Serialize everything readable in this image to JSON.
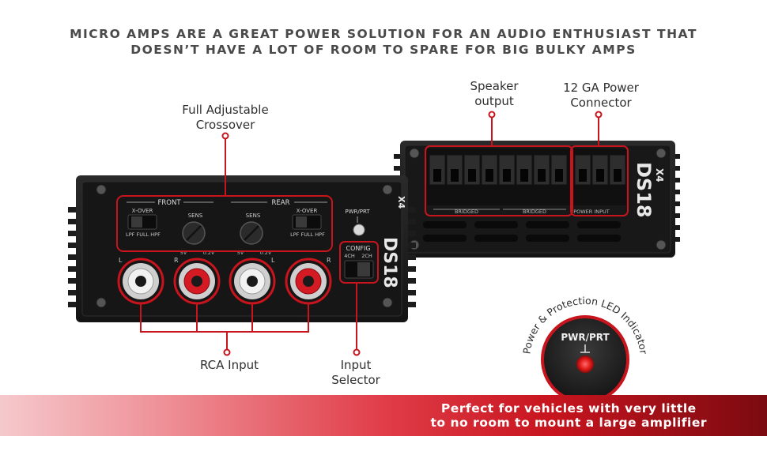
{
  "headline": {
    "line1": "MICRO AMPS ARE A GREAT POWER SOLUTION FOR AN AUDIO ENTHUSIAST THAT",
    "line2": "DOESN’T HAVE A LOT OF ROOM TO SPARE FOR BIG BULKY AMPS"
  },
  "callouts": {
    "crossover_line1": "Full Adjustable",
    "crossover_line2": "Crossover",
    "speaker_line1": "Speaker",
    "speaker_line2": "output",
    "power_line1": "12 GA Power",
    "power_line2": "Connector",
    "rca": "RCA Input",
    "selector_line1": "Input",
    "selector_line2": "Selector",
    "led_ring": "Power & Protection LED Indicator"
  },
  "front_panel": {
    "front": "FRONT",
    "rear": "REAR",
    "xover_left": "X-OVER",
    "xover_right": "X-OVER",
    "xover_opts_left": "LPF FULL HPF",
    "xover_opts_right": "LPF FULL HPF",
    "sens_left": "SENS",
    "sens_right": "SENS",
    "sens_min_left": "5V",
    "sens_max_left": "0.2V",
    "sens_min_right": "5V",
    "sens_max_right": "0.2V",
    "pwr": "PWR/PRT",
    "config": "CONFIG",
    "config_4ch": "4CH",
    "config_2ch": "2CH",
    "lr_labels": [
      "L",
      "R",
      "L",
      "R"
    ],
    "logo": "DS18",
    "model": "X4"
  },
  "rear_panel": {
    "bridged_left": "BRIDGED",
    "bridged_right": "BRIDGED",
    "power_input": "POWER INPUT",
    "logo": "DS18",
    "model": "X4"
  },
  "led_zoom": {
    "label": "PWR/PRT"
  },
  "banner": {
    "line1": "Perfect for vehicles with very little",
    "line2": "to no room to mount a large amplifier"
  },
  "colors": {
    "accent_red": "#c8141c",
    "amp_body": "#1b1b1b",
    "amp_panel": "#121212"
  }
}
